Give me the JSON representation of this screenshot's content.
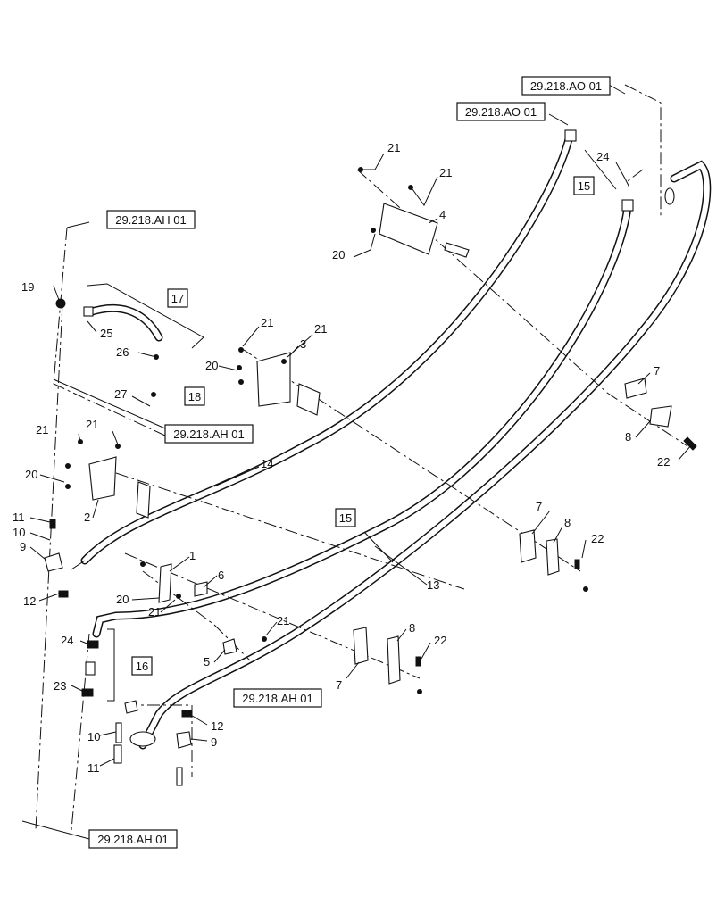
{
  "references": {
    "ao_top": "29.218.AO 01",
    "ao_second": "29.218.AO 01",
    "ah_left": "29.218.AH 01",
    "ah_mid": "29.218.AH 01",
    "ah_lower": "29.218.AH 01",
    "ah_bottom": "29.218.AH 01"
  },
  "boxed_callouts": {
    "b15_top": "15",
    "b17": "17",
    "b18": "18",
    "b15_mid": "15",
    "b16": "16"
  },
  "callouts": {
    "c21_a": "21",
    "c21_b": "21",
    "c4": "4",
    "c20_a": "20",
    "c24_a": "24",
    "c19": "19",
    "c25": "25",
    "c26": "26",
    "c27": "27",
    "c21_c": "21",
    "c21_d": "21",
    "c3": "3",
    "c20_b": "20",
    "c7_a": "7",
    "c8_a": "8",
    "c22_a": "22",
    "c21_e": "21",
    "c21_f": "21",
    "c20_c": "20",
    "c2": "2",
    "c14": "14",
    "c11_a": "11",
    "c10_a": "10",
    "c9_a": "9",
    "c12_a": "12",
    "c1": "1",
    "c6": "6",
    "c20_d": "20",
    "c21_g": "21",
    "c7_b": "7",
    "c8_b": "8",
    "c22_b": "22",
    "c13": "13",
    "c24_b": "24",
    "c23": "23",
    "c5": "5",
    "c21_h": "21",
    "c8_c": "8",
    "c22_c": "22",
    "c7_c": "7",
    "c12_b": "12",
    "c10_b": "10",
    "c11_b": "11",
    "c9_b": "9"
  }
}
